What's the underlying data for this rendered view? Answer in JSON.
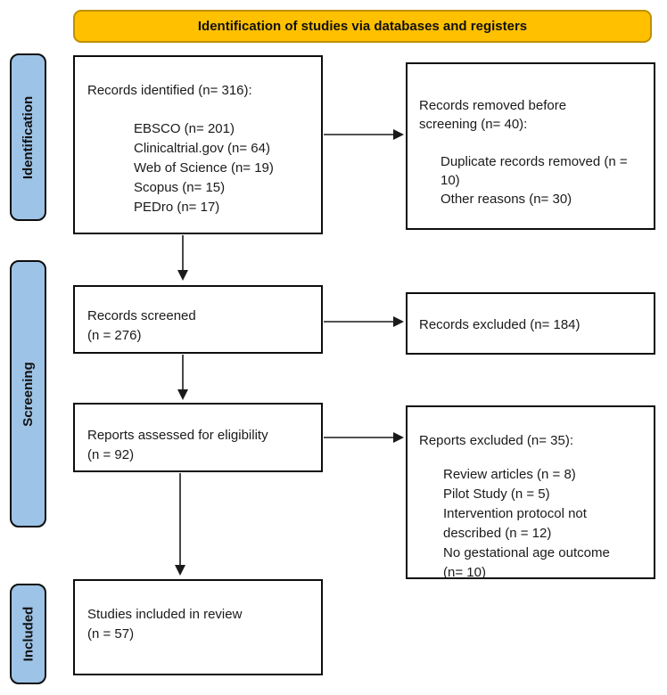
{
  "colors": {
    "banner_fill": "#FFC000",
    "banner_border": "#BF9000",
    "stage_fill": "#9DC3E6",
    "box_border": "#0d0d0d",
    "text": "#1a1a1a"
  },
  "header": {
    "title": "Identification of studies via databases and registers"
  },
  "stages": {
    "identification": "Identification",
    "screening": "Screening",
    "included": "Included"
  },
  "boxes": {
    "records_identified": {
      "title": "Records identified (n= 316):",
      "sources": [
        "EBSCO (n= 201)",
        "Clinicaltrial.gov (n= 64)",
        "Web of Science (n= 19)",
        "Scopus (n= 15)",
        "PEDro (n= 17)"
      ]
    },
    "records_removed": {
      "title": "Records removed before screening (n= 40):",
      "reasons": [
        "Duplicate records removed (n = 10)",
        "Other reasons (n= 30)"
      ]
    },
    "records_screened": {
      "line1": "Records screened",
      "line2": "(n = 276)"
    },
    "records_excluded": {
      "title": "Records excluded (n= 184)"
    },
    "reports_assessed": {
      "line1": "Reports assessed for eligibility",
      "line2": "(n = 92)"
    },
    "reports_excluded": {
      "title": "Reports excluded (n= 35):",
      "reasons": [
        "Review articles (n = 8)",
        "Pilot Study (n = 5)",
        "Intervention protocol not described (n = 12)",
        "No gestational age outcome (n= 10)"
      ]
    },
    "studies_included": {
      "line1": "Studies included in review",
      "line2": "(n = 57)"
    }
  }
}
